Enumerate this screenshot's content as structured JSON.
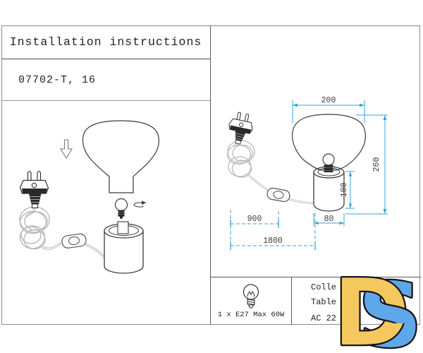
{
  "header": {
    "title": "Installation instructions",
    "model": "07702-T, 16"
  },
  "dimensions": {
    "shade_width": "200",
    "total_height": "260",
    "base_height": "100",
    "base_width": "80",
    "cord_to_switch": "900",
    "cord_total": "1800"
  },
  "spec_cell": {
    "lamp_spec": "1 x E27 Max 60W"
  },
  "info_cell": {
    "line1": "Colle",
    "line2": "Table",
    "line3": "AC 22"
  },
  "logo": {
    "letter_d": "D",
    "letter_s": "S"
  },
  "colors": {
    "dimension_blue": "#3aa1da",
    "logo_yellow": "#F4C75F",
    "logo_blue": "#5EA7E8",
    "line_dark": "#3a3a3a"
  }
}
